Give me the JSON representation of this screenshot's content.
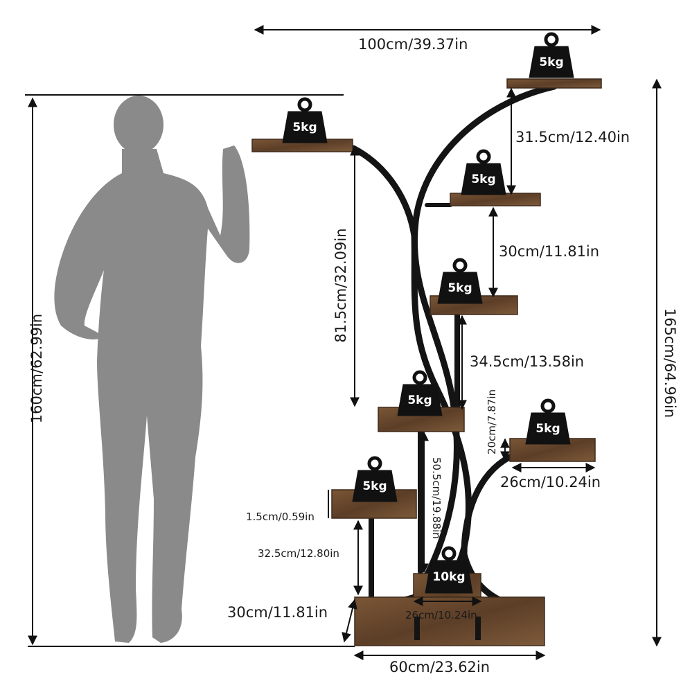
{
  "dimensions": {
    "total_width": "100cm/39.37in",
    "person_height": "160cm/62.99in",
    "total_height": "165cm/64.96in",
    "left_branch": "81.5cm/32.09in",
    "top_gap": "31.5cm/12.40in",
    "second_gap": "30cm/11.81in",
    "third_gap": "34.5cm/13.58in",
    "middle_post": "50.5cm/19.88in",
    "side_drop": "20cm/7.87in",
    "side_shelf_width": "26cm/10.24in",
    "shelf_thickness": "1.5cm/0.59in",
    "lower_post": "32.5cm/12.80in",
    "base_depth": "30cm/11.81in",
    "inner_shelf_width": "26cm/10.24in",
    "base_width": "60cm/23.62in"
  },
  "weights": {
    "top_right": "5kg",
    "top_left": "5kg",
    "upper_mid": "5kg",
    "middle": "5kg",
    "lower_mid": "5kg",
    "right_side": "5kg",
    "lower_left": "5kg",
    "bottom": "10kg"
  },
  "colors": {
    "frame": "#141414",
    "wood": "#6b4a30",
    "wood_dark": "#3f2a1b",
    "silhouette": "#8a8a8a",
    "badge": "#111111"
  }
}
